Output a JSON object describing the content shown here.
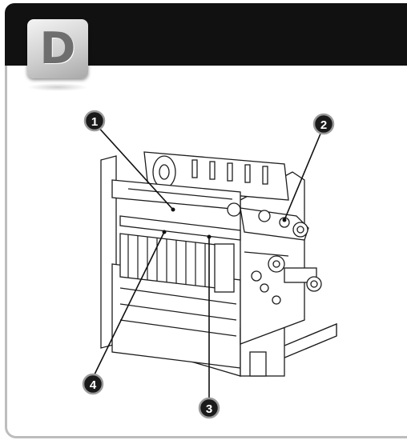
{
  "step_badge": {
    "letter": "D"
  },
  "callouts": [
    {
      "id": "1",
      "label": "1"
    },
    {
      "id": "2",
      "label": "2"
    },
    {
      "id": "3",
      "label": "3"
    },
    {
      "id": "4",
      "label": "4"
    }
  ],
  "colors": {
    "header": "#111111",
    "frame_border": "#bdbdbd",
    "callout_fill": "#1a1a1a"
  }
}
